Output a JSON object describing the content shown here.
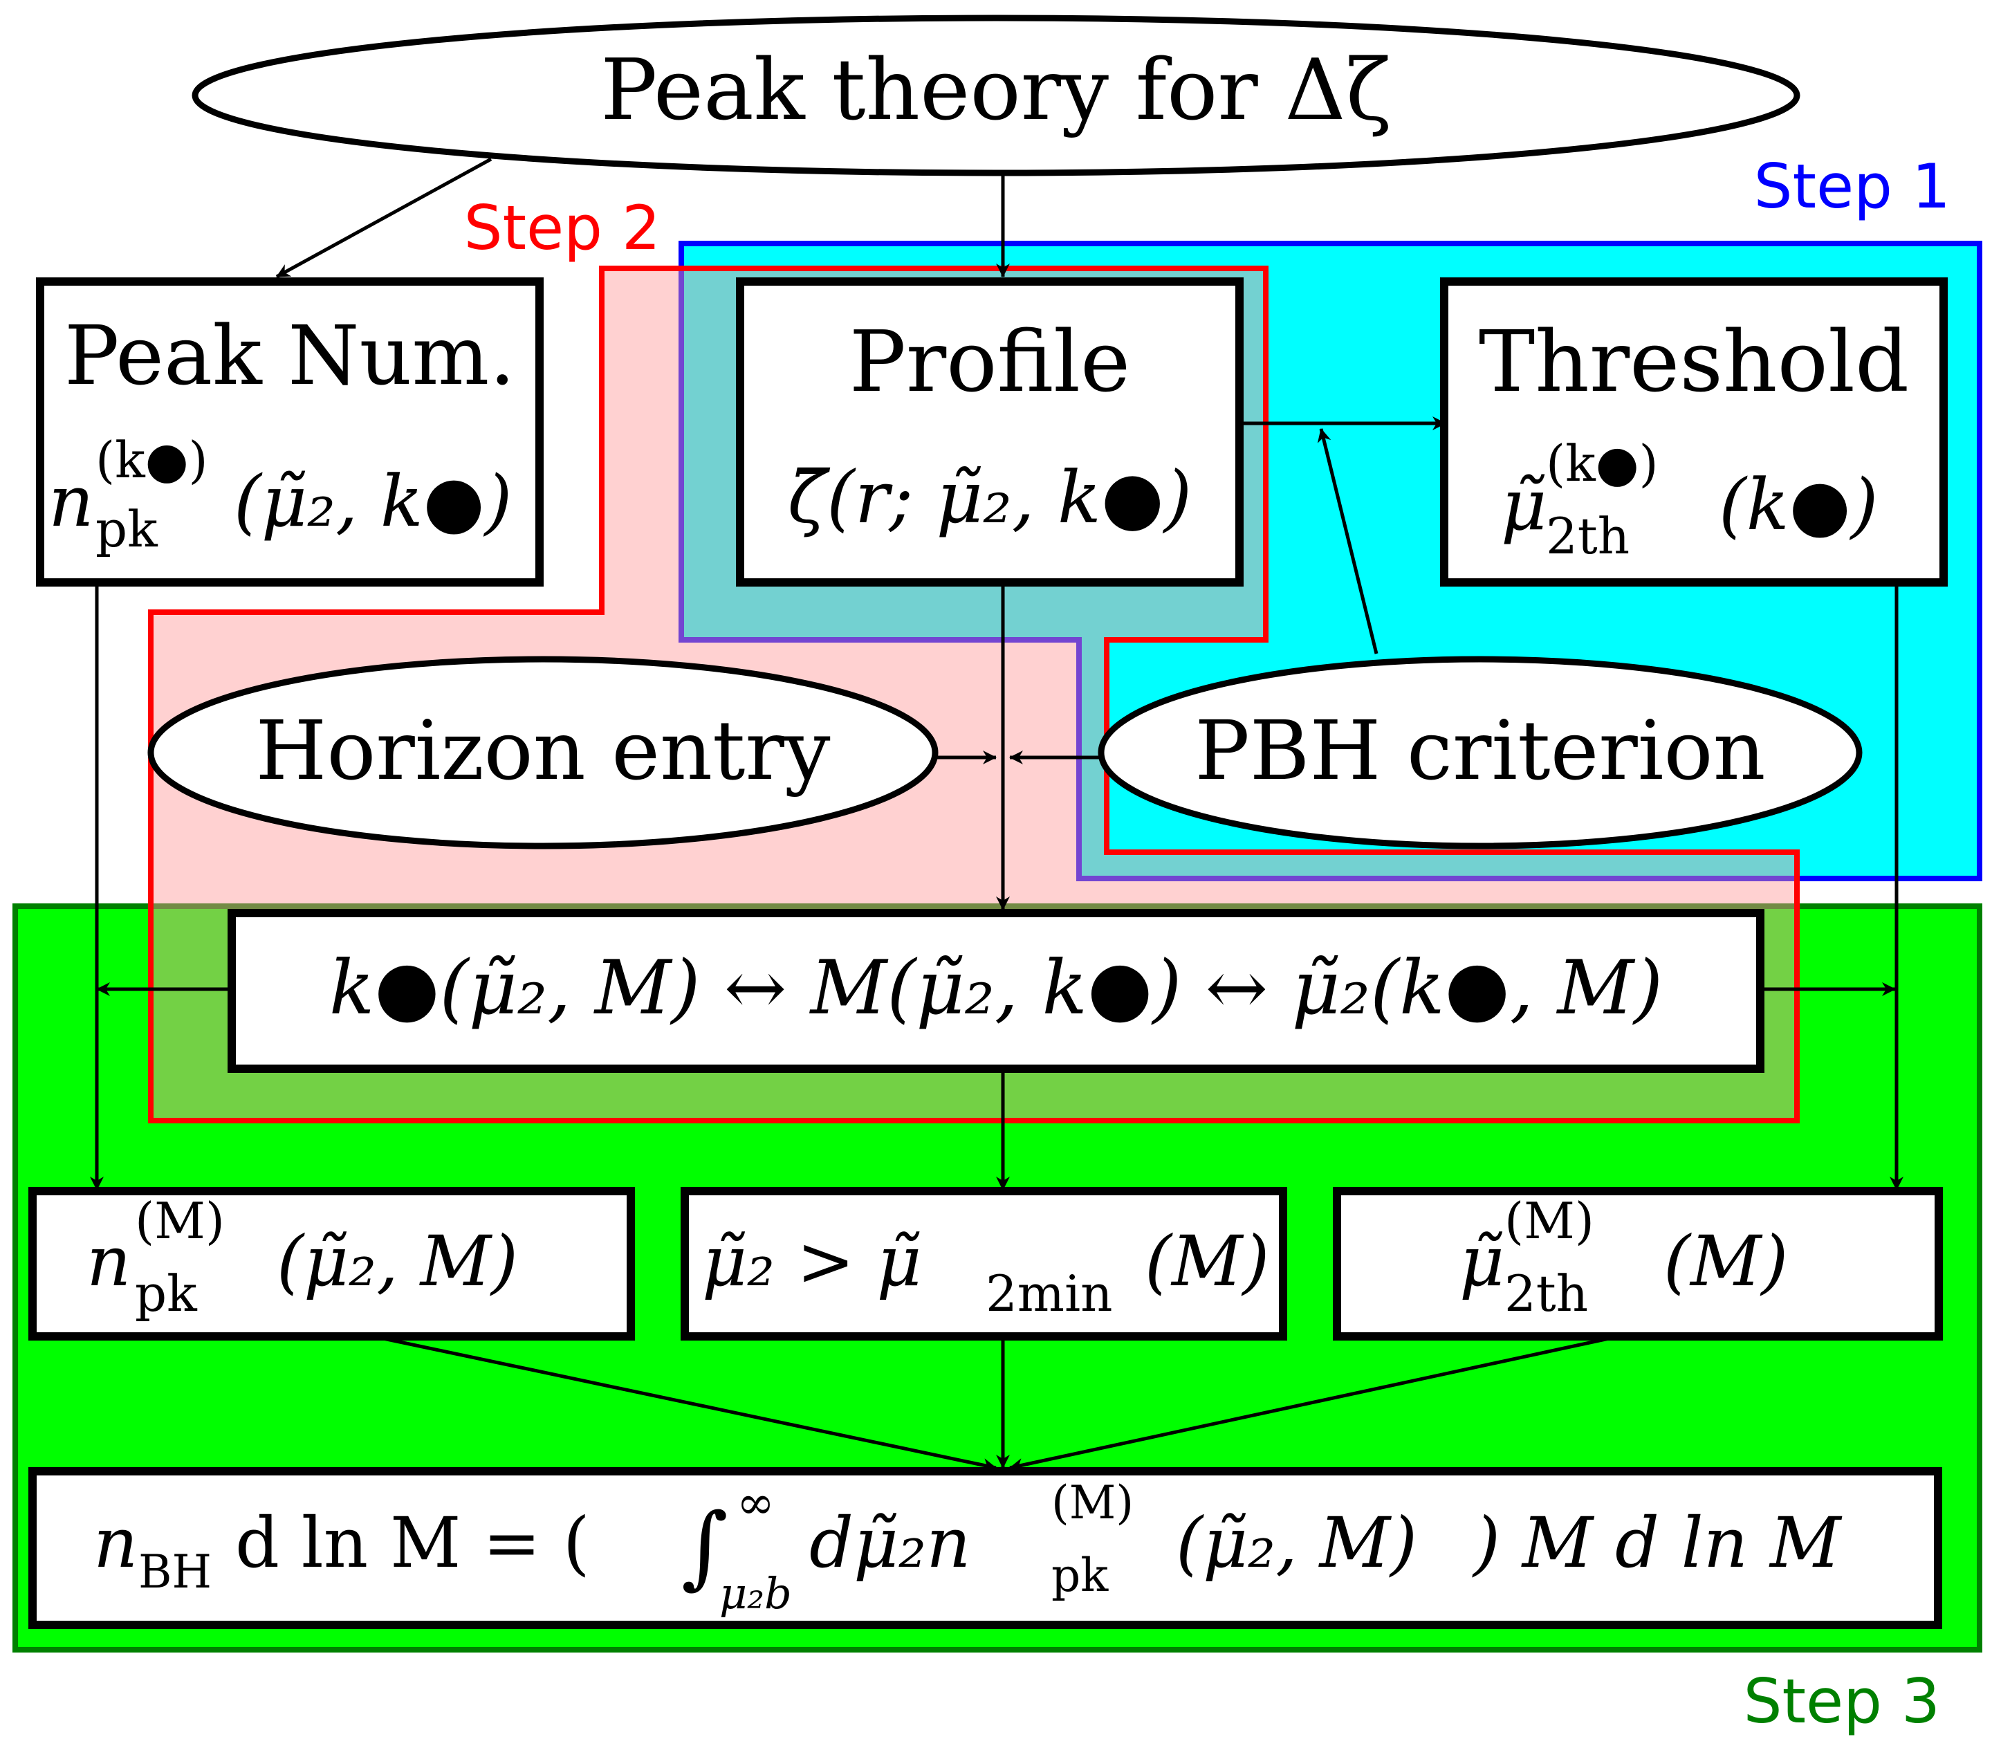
{
  "title_node": {
    "text": "Peak theory for Δζ"
  },
  "steps": {
    "step1": {
      "label": "Step 1",
      "color": "#0000ff",
      "fill": "#00ffff"
    },
    "step2": {
      "label": "Step 2",
      "color": "#ff0000",
      "fill": "#ffcccc"
    },
    "step3": {
      "label": "Step 3",
      "color": "#008000",
      "fill": "#00ff00"
    }
  },
  "nodes": {
    "peak_num": {
      "title": "Peak Num.",
      "formula_main": "n",
      "formula_sup": "(k●)",
      "formula_sub": "pk",
      "formula_args": "(μ̃₂, k●)"
    },
    "profile": {
      "title": "Profile",
      "formula": "ζ̄(r; μ̃₂, k●)"
    },
    "threshold": {
      "title": "Threshold",
      "formula_main": "μ̃",
      "formula_sup": "(k●)",
      "formula_sub": "2th",
      "formula_args": "(k●)"
    },
    "horizon": {
      "text": "Horizon entry"
    },
    "pbh": {
      "text": "PBH criterion"
    },
    "relation": {
      "formula": "k●(μ̃₂, M) ↔ M(μ̃₂, k●) ↔ μ̃₂(k●, M)"
    },
    "npk_m": {
      "formula_main": "n",
      "formula_sup": "(M)",
      "formula_sub": "pk",
      "formula_args": "(μ̃₂, M)"
    },
    "mu_min": {
      "formula_main": "μ̃₂ > μ̃",
      "formula_sub": "2min",
      "formula_args": "(M)"
    },
    "mu_th_m": {
      "formula_main": "μ̃",
      "formula_sup": "(M)",
      "formula_sub": "2th",
      "formula_args": "(M)"
    },
    "final": {
      "lhs": "n",
      "lhs_sub": "BH",
      "lhs_rest": "d ln M = (",
      "int_sign": "∫",
      "int_sup": "∞",
      "int_sub": "μ₂b",
      "integrand": " dμ̃₂n",
      "int_fsup": "(M)",
      "int_fsub": "pk",
      "int_args": "(μ̃₂, M)",
      "rhs": ") M d ln M"
    }
  }
}
